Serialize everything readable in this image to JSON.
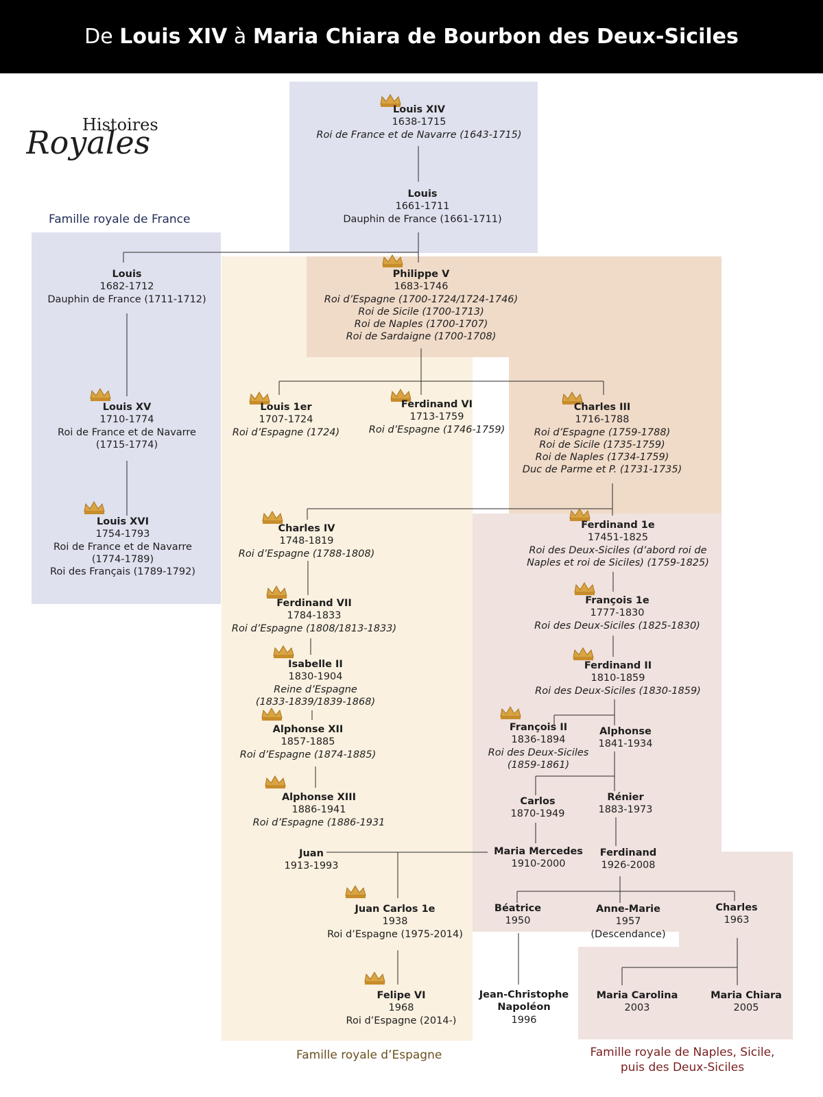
{
  "header": {
    "title_prefix": "De ",
    "title_name_1": "Louis XIV",
    "title_middle": " à ",
    "title_name_2": "Maria Chiara de Bourbon des Deux-Siciles"
  },
  "logo": {
    "word_1": "Histoires",
    "word_2": "Royales"
  },
  "regions": {
    "france": "Famille royale de France",
    "spain": "Famille royale d’Espagne",
    "naples_line_1": "Famille royale de Naples, Sicile,",
    "naples_line_2": "puis des Deux-Siciles"
  },
  "people": {
    "louis_xiv": {
      "name": "Louis XIV",
      "dates": "1638-1715",
      "titles": [
        "Roi de France et de Navarre (1643-1715)"
      ]
    },
    "louis_dauphin_1661": {
      "name": "Louis",
      "dates": "1661-1711",
      "titles": [
        "Dauphin de France (1661-1711)"
      ]
    },
    "louis_dauphin_1682": {
      "name": "Louis",
      "dates": "1682-1712",
      "titles": [
        "Dauphin de France (1711-1712)"
      ]
    },
    "louis_xv": {
      "name": "Louis XV",
      "dates": "1710-1774",
      "titles": [
        "Roi de France et de Navarre",
        "(1715-1774)"
      ]
    },
    "louis_xvi": {
      "name": "Louis XVI",
      "dates": "1754-1793",
      "titles": [
        "Roi de France et de Navarre",
        "(1774-1789)",
        "Roi des Français (1789-1792)"
      ]
    },
    "philippe_v": {
      "name": "Philippe V",
      "dates": "1683-1746",
      "titles": [
        "Roi d’Espagne (1700-1724/1724-1746)",
        "Roi de Sicile (1700-1713)",
        "Roi de Naples (1700-1707)",
        "Roi de Sardaigne (1700-1708)"
      ]
    },
    "louis_1er": {
      "name": "Louis 1er",
      "dates": "1707-1724",
      "titles": [
        "Roi d’Espagne (1724)"
      ]
    },
    "ferdinand_vi": {
      "name": "Ferdinand VI",
      "dates": "1713-1759",
      "titles": [
        "Roi d’Espagne (1746-1759)"
      ]
    },
    "charles_iii": {
      "name": "Charles III",
      "dates": "1716-1788",
      "titles": [
        "Roi d’Espagne (1759-1788)",
        "Roi de Sicile (1735-1759)",
        "Roi de Naples (1734-1759)",
        "Duc de Parme et P. (1731-1735)"
      ]
    },
    "charles_iv": {
      "name": "Charles IV",
      "dates": "1748-1819",
      "titles": [
        "Roi d’Espagne (1788-1808)"
      ]
    },
    "ferdinand_1e": {
      "name": "Ferdinand 1e",
      "dates": "17451-1825",
      "titles": [
        "Roi des Deux-Siciles (d’abord roi de",
        "Naples et roi de Siciles) (1759-1825)"
      ]
    },
    "ferdinand_vii": {
      "name": "Ferdinand VII",
      "dates": "1784-1833",
      "titles": [
        "Roi d’Espagne (1808/1813-1833)"
      ]
    },
    "francois_1e": {
      "name": "François 1e",
      "dates": "1777-1830",
      "titles": [
        "Roi des Deux-Siciles (1825-1830)"
      ]
    },
    "isabelle_ii": {
      "name": "Isabelle II",
      "dates": "1830-1904",
      "titles": [
        "Reine d’Espagne",
        "(1833-1839/1839-1868)"
      ]
    },
    "ferdinand_ii": {
      "name": "Ferdinand II",
      "dates": "1810-1859",
      "titles": [
        "Roi des Deux-Siciles (1830-1859)"
      ]
    },
    "alphonse_xii": {
      "name": "Alphonse XII",
      "dates": "1857-1885",
      "titles": [
        "Roi d’Espagne (1874-1885)"
      ]
    },
    "francois_ii": {
      "name": "François II",
      "dates": "1836-1894",
      "titles": [
        "Roi des Deux-Siciles",
        "(1859-1861)"
      ]
    },
    "alphonse": {
      "name": "Alphonse",
      "dates": "1841-1934",
      "titles": []
    },
    "alphonse_xiii": {
      "name": "Alphonse XIII",
      "dates": "1886-1941",
      "titles": [
        "Roi d’Espagne (1886-1931"
      ]
    },
    "carlos": {
      "name": "Carlos",
      "dates": "1870-1949",
      "titles": []
    },
    "renier": {
      "name": "Rénier",
      "dates": "1883-1973",
      "titles": []
    },
    "juan": {
      "name": "Juan",
      "dates": "1913-1993",
      "titles": []
    },
    "maria_mercedes": {
      "name": "Maria Mercedes",
      "dates": "1910-2000",
      "titles": []
    },
    "ferdinand_1926": {
      "name": "Ferdinand",
      "dates": "1926-2008",
      "titles": []
    },
    "juan_carlos": {
      "name": "Juan Carlos 1e",
      "dates": "1938",
      "titles": [
        "Roi d’Espagne (1975-2014)"
      ]
    },
    "beatrice": {
      "name": "Béatrice",
      "dates": "1950",
      "titles": []
    },
    "anne_marie": {
      "name": "Anne-Marie",
      "dates": "1957",
      "titles": [
        "(Descendance)"
      ]
    },
    "charles_1963": {
      "name": "Charles",
      "dates": "1963",
      "titles": []
    },
    "felipe_vi": {
      "name": "Felipe VI",
      "dates": "1968",
      "titles": [
        "Roi d’Espagne (2014-)"
      ]
    },
    "jean_christophe": {
      "name": "Jean-Christophe\nNapoléon",
      "dates": "1996",
      "titles": []
    },
    "maria_carolina": {
      "name": "Maria Carolina",
      "dates": "2003",
      "titles": []
    },
    "maria_chiara": {
      "name": "Maria Chiara",
      "dates": "2005",
      "titles": []
    }
  },
  "colors": {
    "france_region": "#dfe1ee",
    "spain_region": "#faf1e0",
    "naples_region_top": "#f0dbc9",
    "naples_region": "#efe2df",
    "crown": "#d9a441",
    "banner": "#000000"
  }
}
